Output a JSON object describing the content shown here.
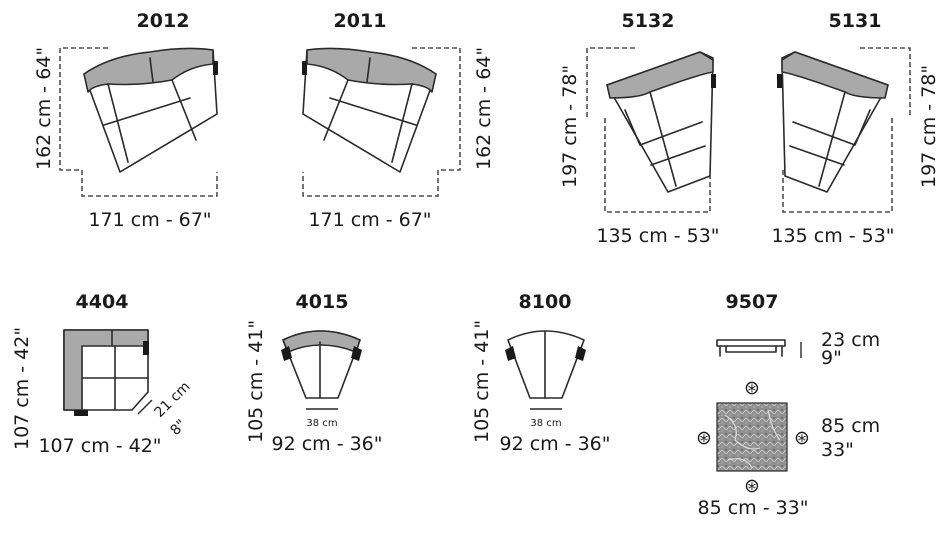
{
  "modules": [
    {
      "code": "2012",
      "width": "171 cm - 67\"",
      "depth": "162 cm - 64\""
    },
    {
      "code": "2011",
      "width": "171 cm - 67\"",
      "depth": "162 cm - 64\""
    },
    {
      "code": "5132",
      "width": "135 cm - 53\"",
      "depth": "197 cm - 78\""
    },
    {
      "code": "5131",
      "width": "135 cm - 53\"",
      "depth": "197 cm - 78\""
    },
    {
      "code": "4404",
      "width": "107 cm - 42\"",
      "depth": "107 cm - 42\"",
      "diagonal_cm": "21 cm",
      "diagonal_in": "8\""
    },
    {
      "code": "4015",
      "width": "92 cm - 36\"",
      "depth": "105 cm - 41\"",
      "inner": "38 cm"
    },
    {
      "code": "8100",
      "width": "92 cm - 36\"",
      "depth": "105 cm - 41\"",
      "inner": "38 cm"
    },
    {
      "code": "9507",
      "height_cm": "23 cm",
      "height_in": "9\"",
      "side_cm": "85 cm",
      "side_in": "33\"",
      "width": "85 cm - 33\""
    }
  ],
  "icons": {
    "asterisk": "⊛"
  },
  "colors": {
    "line": "#2a2a2a",
    "backrest": "#a9a9a9",
    "marble": "#9a9a9a"
  }
}
